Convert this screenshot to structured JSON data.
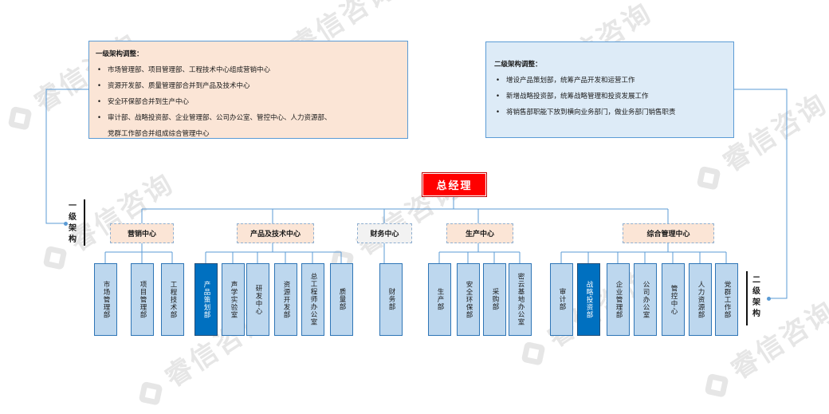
{
  "watermark": "睿信咨询",
  "level1_box": {
    "title": "一级架构调整：",
    "items": [
      "市场管理部、项目管理部、工程技术中心组成营销中心",
      "资源开发部、质量管理部合并到产品及技术中心",
      "安全环保部合并到生产中心",
      "审计部、战略投资部、企业管理部、公司办公室、管控中心、人力资源部、",
      "党群工作部合并组成综合管理中心"
    ]
  },
  "level2_box": {
    "title": "二级架构调整：",
    "items": [
      "增设产品策划部，统筹产品开发和运营工作",
      "新增战略投资部，统筹战略管理和投资发展工作",
      "将销售部职能下放到横向业务部门，做业务部门销售职责"
    ]
  },
  "side_labels": {
    "level1": [
      "一",
      "级",
      "架",
      "构"
    ],
    "level2": [
      "二",
      "级",
      "架",
      "构"
    ]
  },
  "ceo": "总经理",
  "centers": [
    "营销中心",
    "产品及技术中心",
    "财务中心",
    "生产中心",
    "综合管理中心"
  ],
  "departments": [
    {
      "name": "市场管理部",
      "highlight": false
    },
    {
      "name": "项目管理部",
      "highlight": false
    },
    {
      "name": "工程技术部",
      "highlight": false
    },
    {
      "name": "产品策划部",
      "highlight": true
    },
    {
      "name": "声学实验室",
      "highlight": false
    },
    {
      "name": "研发中心",
      "highlight": false
    },
    {
      "name": "资源开发部",
      "highlight": false
    },
    {
      "name": "总工程师办公室",
      "highlight": false
    },
    {
      "name": "质量部",
      "highlight": false
    },
    {
      "name": "财务部",
      "highlight": false
    },
    {
      "name": "生产部",
      "highlight": false
    },
    {
      "name": "安全环保部",
      "highlight": false
    },
    {
      "name": "采购部",
      "highlight": false
    },
    {
      "name": "密云基地办公室",
      "highlight": false
    },
    {
      "name": "审计部",
      "highlight": false
    },
    {
      "name": "战略投资部",
      "highlight": true
    },
    {
      "name": "企业管理部",
      "highlight": false
    },
    {
      "name": "公司办公室",
      "highlight": false
    },
    {
      "name": "管控中心",
      "highlight": false
    },
    {
      "name": "人力资源部",
      "highlight": false
    },
    {
      "name": "党群工作部",
      "highlight": false
    }
  ],
  "colors": {
    "ceo": "#ff0000",
    "highlight_dept": "#0070c0",
    "dept": "#bdd7ee",
    "level1_box": "#fbe5d6",
    "level2_box": "#ddebf7",
    "connector": "#5b9bd5"
  }
}
